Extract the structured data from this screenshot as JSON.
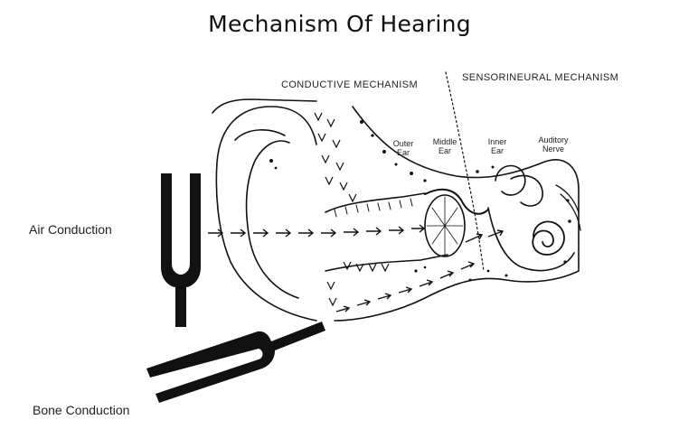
{
  "title": "Mechanism Of Hearing",
  "sections": {
    "conductive": "CONDUCTIVE MECHANISM",
    "sensorineural": "SENSORINEURAL MECHANISM"
  },
  "parts": [
    {
      "line1": "Outer",
      "line2": "Ear"
    },
    {
      "line1": "Middle",
      "line2": "Ear"
    },
    {
      "line1": "Inner",
      "line2": "Ear"
    },
    {
      "line1": "Auditory",
      "line2": "Nerve"
    }
  ],
  "pathways": {
    "air": "Air Conduction",
    "bone": "Bone Conduction"
  },
  "colors": {
    "ink": "#111111",
    "background": "#ffffff"
  }
}
